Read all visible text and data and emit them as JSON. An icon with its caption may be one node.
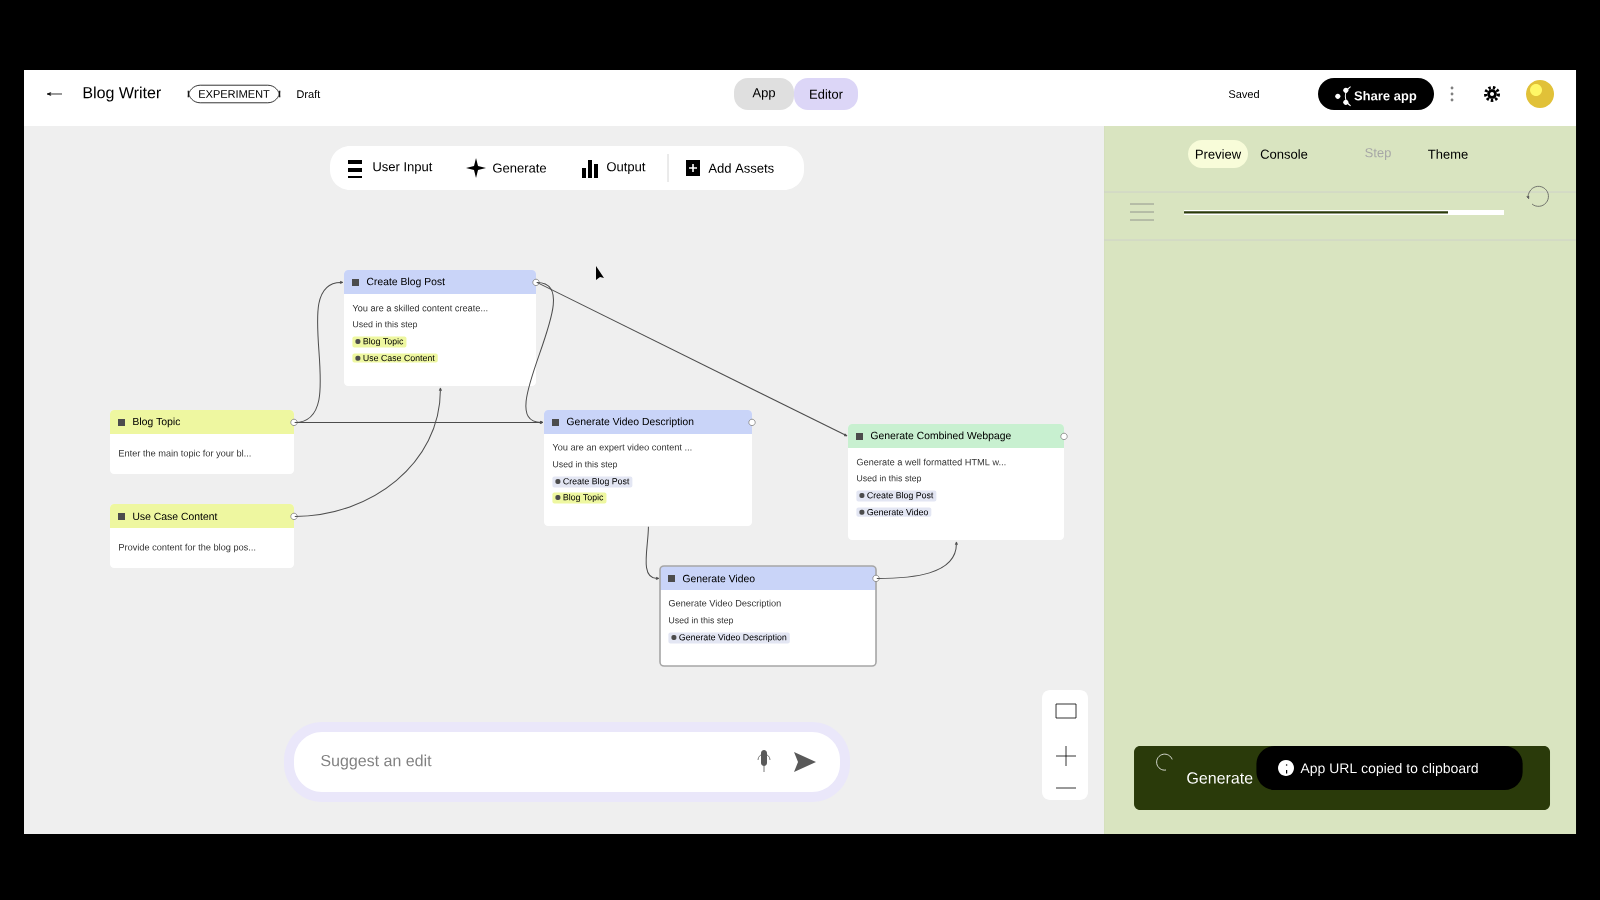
{
  "diagram": {
    "nodes": [
      {
        "text": [
          "Blog Topic",
          "Enter the main topic for your bl..."
        ]
      },
      {
        "text": [
          "Use Case Content",
          "Provide content for the blog pos..."
        ]
      },
      {
        "text": [
          "Create Blog Post",
          "You are a skilled content create...",
          "Used in this step",
          "Blog Topic",
          "Use Case Content"
        ]
      },
      {
        "text": [
          "Generate Video Description",
          "You are an expert video content ...",
          "Used in this step",
          "Create Blog Post",
          "Blog Topic"
        ]
      },
      {
        "text": [
          "Generate Combined Webpage",
          "Generate a well formatted HTML w...",
          "Used in this step",
          "Create Blog Post",
          "Generate Video"
        ]
      },
      {
        "text": [
          "Generate Video",
          "Generate Video Description",
          "Used in this step",
          "Generate Video Description"
        ]
      }
    ],
    "edges": [
      {
        "from": 0,
        "to": 2,
        "arrow": "to"
      },
      {
        "from": 1,
        "to": 2,
        "arrow": "to"
      },
      {
        "from": 0,
        "to": 3,
        "arrow": "to"
      },
      {
        "from": 2,
        "to": 3,
        "arrow": "to"
      },
      {
        "from": 2,
        "to": 4,
        "arrow": "to"
      },
      {
        "from": 3,
        "to": 5,
        "arrow": "to"
      },
      {
        "from": 5,
        "to": 4,
        "arrow": "to"
      }
    ],
    "labels": [
      "Blog Writer",
      "EXPERIMENT",
      "Draft",
      "App",
      "Editor",
      "Saved",
      "Share app",
      "User Input",
      "Generate",
      "Output",
      "Add Assets",
      "Preview",
      "Console",
      "Step",
      "Theme",
      "Suggest an edit",
      "Generate",
      "App URL copied to clipboard"
    ]
  }
}
